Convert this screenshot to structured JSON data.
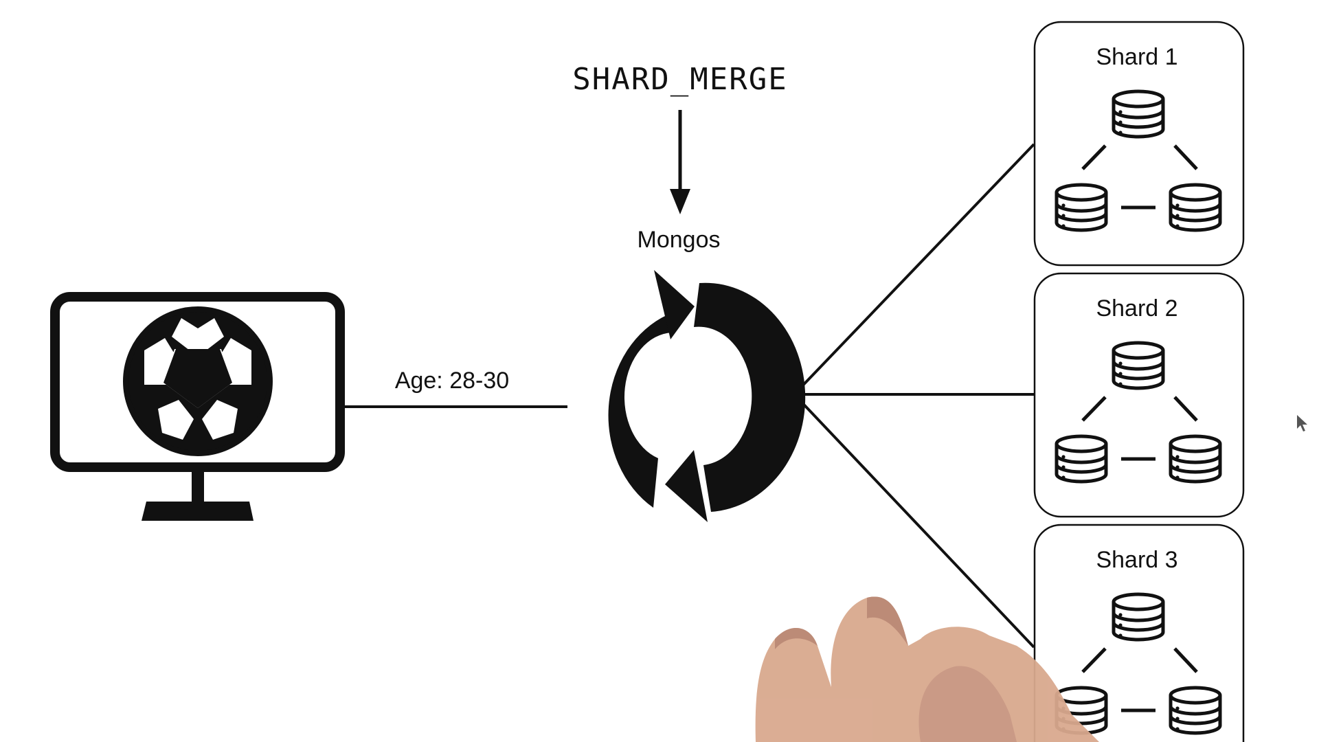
{
  "diagram": {
    "command": "SHARD_MERGE",
    "router_label": "Mongos",
    "query_label": "Age: 28-30",
    "shards": [
      {
        "label": "Shard 1"
      },
      {
        "label": "Shard 2"
      },
      {
        "label": "Shard 3"
      }
    ]
  },
  "colors": {
    "ink": "#111111",
    "background": "#ffffff",
    "hand": "#d9a98e"
  },
  "icons": {
    "client": "monitor-with-soccer-ball-icon",
    "router": "sync-arrows-icon",
    "database": "database-icon"
  }
}
